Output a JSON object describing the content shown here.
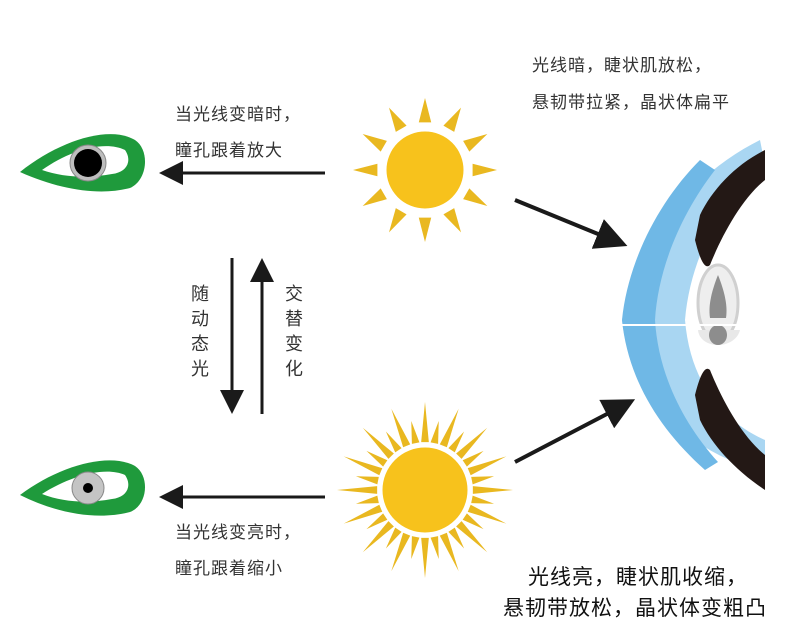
{
  "dark": {
    "caption": [
      "当光线变暗时，",
      "瞳孔跟着放大"
    ],
    "lens_caption": [
      "光线暗，睫状肌放松，",
      "悬韧带拉紧，晶状体扁平"
    ]
  },
  "bright": {
    "caption": [
      "当光线变亮时，",
      "瞳孔跟着缩小"
    ],
    "lens_caption": [
      "光线亮，睫状肌收缩，",
      "悬韧带放松，晶状体变粗凸"
    ]
  },
  "middle": {
    "left_vertical": "随动态光",
    "right_vertical": "交替变化"
  },
  "colors": {
    "eye_green": "#1f9a3c",
    "sun_core": "#f7c21c",
    "sun_rays": "#e9b820",
    "lens_blue": "#6fb8e6",
    "lens_light": "#a9d6f2"
  }
}
